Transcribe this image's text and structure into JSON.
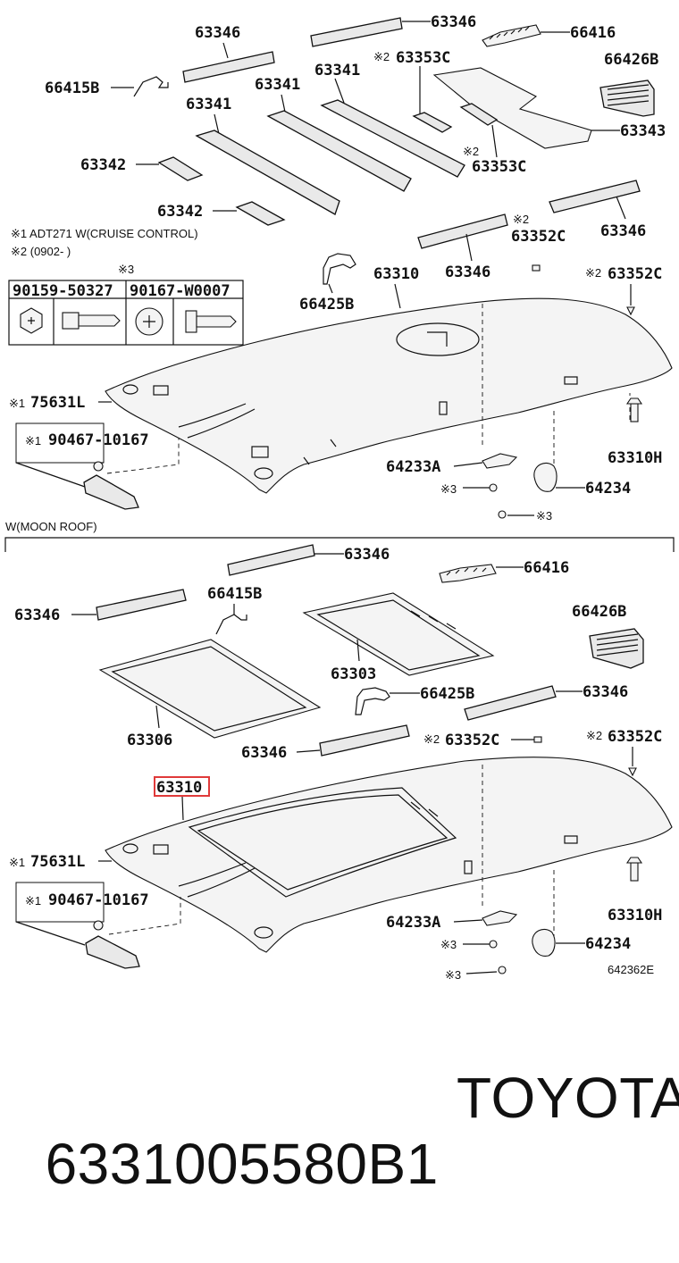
{
  "diagram": {
    "code": "642362E",
    "notes": {
      "note1": "※1 ADT271 W(CRUISE CONTROL)",
      "note2": "※2  (0902-     )",
      "note3": "※3",
      "section": "W(MOON ROOF)"
    },
    "fastener_table": [
      "90159-50327",
      "90167-W0007"
    ],
    "labels_top": {
      "a": "63346",
      "b": "63346",
      "c": "66416",
      "d": "66415B",
      "e": "63341",
      "f": "63341",
      "g": "63353C",
      "g_mark": "※2",
      "h": "66426B",
      "i": "63341",
      "j": "63343",
      "k": "63342",
      "l": "63353C",
      "l_mark": "※2",
      "m": "63342",
      "n": "63352C",
      "n_mark": "※2",
      "o": "63346",
      "p": "63346",
      "q": "63310",
      "r": "63352C",
      "r_mark": "※2",
      "s": "66425B",
      "t": "75631L",
      "t_mark": "※1",
      "u": "90467-10167",
      "u_mark": "※1",
      "v": "63310H",
      "w": "64233A",
      "x": "64234",
      "x_mark": "※3",
      "y_mark": "※3"
    },
    "labels_bottom": {
      "a": "63346",
      "b": "66416",
      "c": "63346",
      "d": "66415B",
      "e": "66426B",
      "f": "63303",
      "g": "66425B",
      "h": "63346",
      "i": "63306",
      "j": "63346",
      "k": "63352C",
      "k_mark": "※2",
      "l": "63352C",
      "l_mark": "※2",
      "m": "63310",
      "n": "75631L",
      "n_mark": "※1",
      "o": "90467-10167",
      "o_mark": "※1",
      "p": "63310H",
      "q": "64233A",
      "r": "64234",
      "r_mark": "※3",
      "s_mark": "※3"
    },
    "highlight_color": "#e03a3a"
  },
  "footer": {
    "part_number": "6331005580B1",
    "brand": "TOYOTA"
  }
}
